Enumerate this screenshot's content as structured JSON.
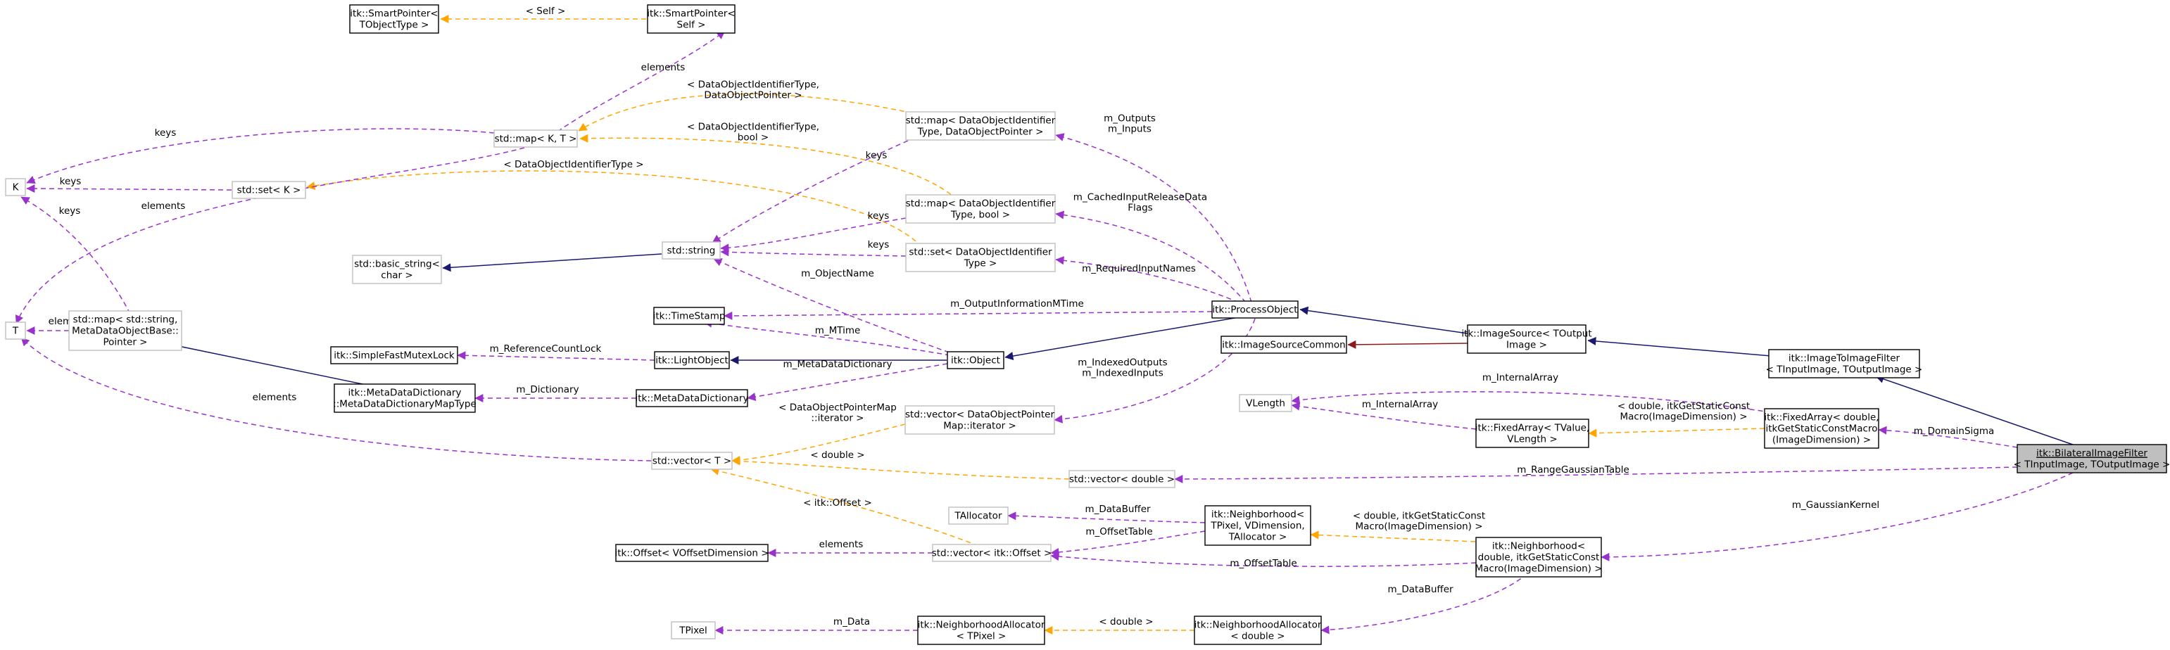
{
  "colors": {
    "inherit": "#191970",
    "member": "#9932cc",
    "template": "#ffa500",
    "private": "#8b1a1a",
    "node_border_strong": "#000000",
    "node_border_weak": "#bfbfbf",
    "node_fill": "#ffffff",
    "node_fill_focus": "#bfbfbf",
    "text": "#000000"
  },
  "nodes": [
    {
      "id": "bilateral",
      "lines": [
        "itk::BilateralImageFilter",
        "< TInputImage, TOutputImage >"
      ],
      "style": "focus",
      "link": true
    },
    {
      "id": "imgToImg",
      "lines": [
        "itk::ImageToImageFilter",
        "< TInputImage, TOutputImage >"
      ],
      "style": "strong"
    },
    {
      "id": "imgSource",
      "lines": [
        "itk::ImageSource< TOutput",
        "Image >"
      ],
      "style": "strong"
    },
    {
      "id": "processObject",
      "lines": [
        "itk::ProcessObject"
      ],
      "style": "strong"
    },
    {
      "id": "object",
      "lines": [
        "itk::Object"
      ],
      "style": "strong"
    },
    {
      "id": "lightObject",
      "lines": [
        "itk::LightObject"
      ],
      "style": "strong"
    },
    {
      "id": "mutexLock",
      "lines": [
        "itk::SimpleFastMutexLock"
      ],
      "style": "strong"
    },
    {
      "id": "timeStamp",
      "lines": [
        "itk::TimeStamp"
      ],
      "style": "strong"
    },
    {
      "id": "metaDict",
      "lines": [
        "itk::MetaDataDictionary"
      ],
      "style": "strong"
    },
    {
      "id": "metaDictMap",
      "lines": [
        "itk::MetaDataDictionary",
        "::MetaDataDictionaryMapType"
      ],
      "style": "strong"
    },
    {
      "id": "stdMapMeta",
      "lines": [
        "std::map< std::string,",
        "MetaDataObjectBase::",
        "Pointer >"
      ],
      "style": "weak"
    },
    {
      "id": "T",
      "lines": [
        "T"
      ],
      "style": "weak"
    },
    {
      "id": "K",
      "lines": [
        "K"
      ],
      "style": "weak"
    },
    {
      "id": "stdSetK",
      "lines": [
        "std::set< K >"
      ],
      "style": "weak"
    },
    {
      "id": "stdMapKT",
      "lines": [
        "std::map< K, T >"
      ],
      "style": "weak"
    },
    {
      "id": "spT",
      "lines": [
        "itk::SmartPointer<",
        "TObjectType >"
      ],
      "style": "strong"
    },
    {
      "id": "spSelf",
      "lines": [
        "itk::SmartPointer<",
        "Self >"
      ],
      "style": "strong"
    },
    {
      "id": "basicString",
      "lines": [
        "std::basic_string<",
        "char >"
      ],
      "style": "weak"
    },
    {
      "id": "stdString",
      "lines": [
        "std::string"
      ],
      "style": "weak"
    },
    {
      "id": "mapDOPtr",
      "lines": [
        "std::map< DataObjectIdentifier",
        "Type, DataObjectPointer >"
      ],
      "style": "weak"
    },
    {
      "id": "mapDOBool",
      "lines": [
        "std::map< DataObjectIdentifier",
        "Type, bool >"
      ],
      "style": "weak"
    },
    {
      "id": "setDO",
      "lines": [
        "std::set< DataObjectIdentifier",
        "Type >"
      ],
      "style": "weak"
    },
    {
      "id": "imgSourceCommon",
      "lines": [
        "itk::ImageSourceCommon"
      ],
      "style": "strong"
    },
    {
      "id": "vecDOPtrIter",
      "lines": [
        "std::vector< DataObjectPointer",
        "Map::iterator >"
      ],
      "style": "weak"
    },
    {
      "id": "vecT",
      "lines": [
        "std::vector< T >"
      ],
      "style": "weak"
    },
    {
      "id": "vecDouble",
      "lines": [
        "std::vector< double >"
      ],
      "style": "weak"
    },
    {
      "id": "VLength",
      "lines": [
        "VLength"
      ],
      "style": "weak"
    },
    {
      "id": "fixedArrayTV",
      "lines": [
        "itk::FixedArray< TValue,",
        "VLength >"
      ],
      "style": "strong"
    },
    {
      "id": "fixedArrayDouble",
      "lines": [
        "itk::FixedArray< double,",
        "itkGetStaticConstMacro",
        "(ImageDimension) >"
      ],
      "style": "strong"
    },
    {
      "id": "TAllocator",
      "lines": [
        "TAllocator"
      ],
      "style": "weak"
    },
    {
      "id": "nbTPixel",
      "lines": [
        "itk::Neighborhood<",
        "TPixel, VDimension,",
        "TAllocator >"
      ],
      "style": "strong"
    },
    {
      "id": "nbDouble",
      "lines": [
        "itk::Neighborhood<",
        "double, itkGetStaticConst",
        "Macro(ImageDimension) >"
      ],
      "style": "strong"
    },
    {
      "id": "offsetV",
      "lines": [
        "itk::Offset< VOffsetDimension >"
      ],
      "style": "strong"
    },
    {
      "id": "vecOffset",
      "lines": [
        "std::vector< itk::Offset >"
      ],
      "style": "weak"
    },
    {
      "id": "TPixel",
      "lines": [
        "TPixel"
      ],
      "style": "weak"
    },
    {
      "id": "nbAllocTPixel",
      "lines": [
        "itk::NeighborhoodAllocator",
        "< TPixel >"
      ],
      "style": "strong"
    },
    {
      "id": "nbAllocDouble",
      "lines": [
        "itk::NeighborhoodAllocator",
        "< double >"
      ],
      "style": "strong"
    }
  ],
  "edge_labels": {
    "spSelf_spT": [
      "< Self >"
    ],
    "stdMapKT_spSelf": [
      "elements"
    ],
    "mapDOPtr_stdMapKT": [
      "< DataObjectIdentifierType,",
      "DataObjectPointer >"
    ],
    "mapDOBool_stdMapKT": [
      "< DataObjectIdentifierType,",
      "bool >"
    ],
    "stdMapKT_K": [
      "keys"
    ],
    "stdSetK_K": [
      "keys"
    ],
    "setDO_stdSetK": [
      "< DataObjectIdentifierType >"
    ],
    "stdMapKT_T": [
      "elements"
    ],
    "stdMapMeta_K": [
      "keys"
    ],
    "stdMapMeta_T": [
      "elements"
    ],
    "vecT_T": [
      "elements"
    ],
    "mapDOPtr_stdString": [
      "keys"
    ],
    "mapDOBool_stdString": [
      "keys"
    ],
    "setDO_stdString": [
      "keys"
    ],
    "object_stdString": [
      "m_ObjectName"
    ],
    "processObject_mapDOPtr": [
      "m_Outputs",
      "m_Inputs"
    ],
    "processObject_mapDOBool": [
      "m_CachedInputReleaseData",
      "Flags"
    ],
    "processObject_setDO": [
      "m_RequiredInputNames"
    ],
    "processObject_timeStamp": [
      "m_OutputInformationMTime"
    ],
    "object_timeStamp": [
      "m_MTime"
    ],
    "lightObject_mutexLock": [
      "m_ReferenceCountLock"
    ],
    "object_metaDict": [
      "m_MetaDataDictionary"
    ],
    "metaDict_metaDictMap": [
      "m_Dictionary"
    ],
    "processObject_vecDOPtrIter": [
      "m_IndexedOutputs",
      "m_IndexedInputs"
    ],
    "vecDOPtrIter_vecT": [
      "< DataObjectPointerMap",
      "::iterator >"
    ],
    "vecDouble_vecT": [
      "< double >"
    ],
    "vecOffset_vecT": [
      "< itk::Offset >"
    ],
    "fixedArrayDouble_VLength": [
      "m_InternalArray"
    ],
    "fixedArrayTV_VLength": [
      "m_InternalArray"
    ],
    "fixedArrayDouble_fixedArrayTV": [
      "< double, itkGetStaticConst",
      "Macro(ImageDimension) >"
    ],
    "bilateral_fixedArrayDouble": [
      "m_DomainSigma"
    ],
    "bilateral_vecDouble": [
      "m_RangeGaussianTable"
    ],
    "bilateral_nbDouble": [
      "m_GaussianKernel"
    ],
    "nbTPixel_TAllocator": [
      "m_DataBuffer"
    ],
    "nbTPixel_vecOffset": [
      "m_OffsetTable"
    ],
    "nbDouble_vecOffset": [
      "m_OffsetTable"
    ],
    "vecOffset_offsetV": [
      "elements"
    ],
    "nbDouble_nbTPixel": [
      "< double, itkGetStaticConst",
      "Macro(ImageDimension) >"
    ],
    "nbDouble_nbAllocDouble": [
      "m_DataBuffer"
    ],
    "nbAllocTPixel_TPixel": [
      "m_Data"
    ],
    "nbAllocDouble_nbAllocTPixel": [
      "< double >"
    ]
  }
}
